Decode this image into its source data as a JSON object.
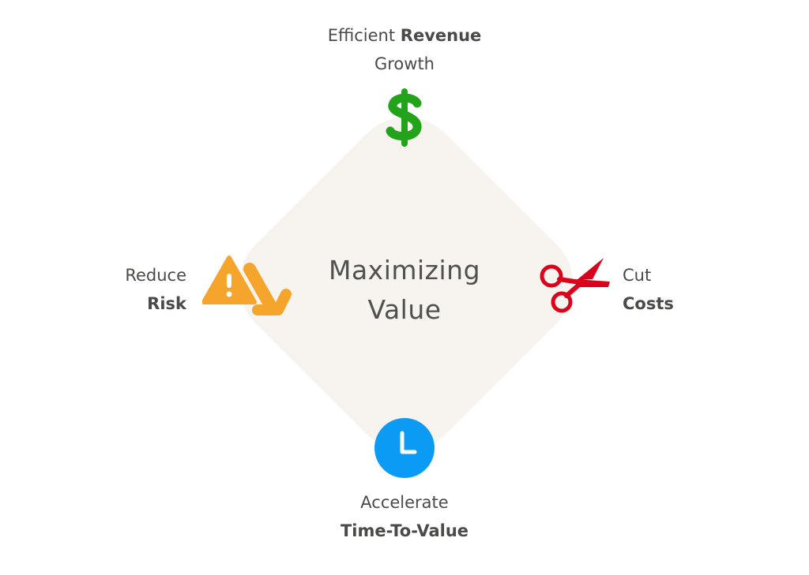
{
  "center": {
    "line1": "Maximizing",
    "line2": "Value"
  },
  "top": {
    "prefix": "Efficient",
    "bold": "Revenue",
    "line2": "Growth",
    "icon": "dollar-icon"
  },
  "left": {
    "line1": "Reduce",
    "bold": "Risk",
    "icon": "warning-down-arrow-icon"
  },
  "right": {
    "line1": "Cut",
    "bold": "Costs",
    "icon": "scissors-icon"
  },
  "bottom": {
    "line1": "Accelerate",
    "bold": "Time-To-Value",
    "icon": "clock-icon"
  },
  "colors": {
    "diamond": "#f7f4ef",
    "dollar": "#22a31a",
    "risk": "#f5a52b",
    "scissors": "#d9041b",
    "clock": "#0b9bf5"
  }
}
